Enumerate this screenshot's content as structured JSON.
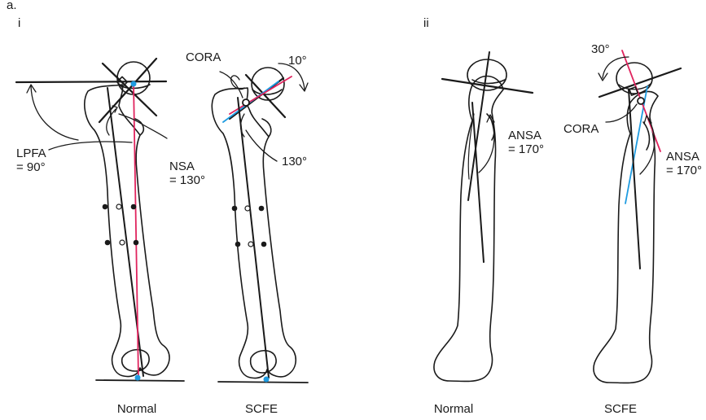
{
  "figure": {
    "part_label": "a.",
    "panel_i_label": "i",
    "panel_ii_label": "ii",
    "captions": {
      "i_normal": "Normal",
      "i_scfe": "SCFE",
      "ii_normal": "Normal",
      "ii_scfe": "SCFE"
    },
    "annotations": {
      "lpfa": "LPFA\n= 90°",
      "nsa": "NSA\n= 130°",
      "cora_i": "CORA",
      "angle_10": "10°",
      "angle_130": "130°",
      "ansa_normal": "ANSA\n= 170°",
      "angle_30": "30°",
      "cora_ii": "CORA",
      "ansa_scfe": "ANSA\n= 170°"
    },
    "colors": {
      "outline": "#1a1a1a",
      "mechanical_axis": "#e0245e",
      "neck_axis": "#1e9be0"
    }
  }
}
